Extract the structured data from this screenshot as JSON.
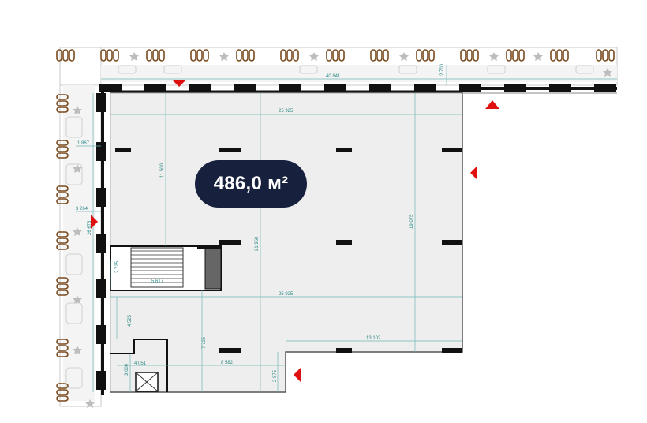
{
  "area_label": "486,0 м²",
  "dimensions": {
    "terrace_length": "40 841",
    "terrace_depth": "2 700",
    "hall_width_top": "25 925",
    "hall_width_mid": "25 925",
    "hall_depth_right": "19 075",
    "hall_depth_center": "21 950",
    "top_block_depth": "11 500",
    "left_terrace_width": "1 867",
    "left_terrace_width_2": "3 264",
    "left_height": "26 673",
    "stair_height": "2 725",
    "stair_width": "5 617",
    "left_room_height": "4 525",
    "core_depth": "7 725",
    "lower_width": "8 582",
    "wc_width": "4 051",
    "wc_height": "3 000",
    "lower_notch_depth": "2 875",
    "notch_width": "13 102"
  },
  "colors": {
    "floor": "#eeeeee",
    "wall": "#111111",
    "dimension": "#2a8a86",
    "entrance": "#e01010",
    "badge": "#17213d",
    "furniture": "#7a4a1e"
  }
}
